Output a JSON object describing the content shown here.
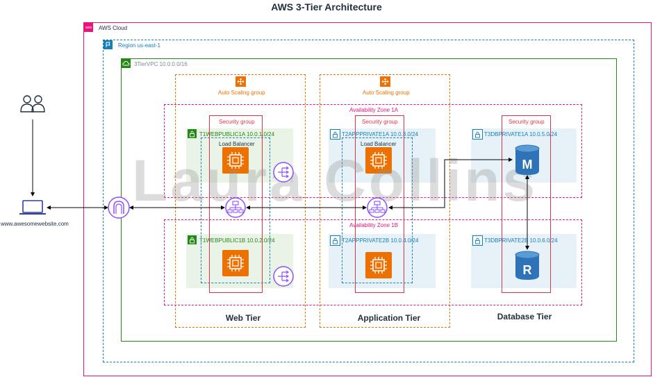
{
  "title": "AWS 3-Tier Architecture",
  "cloud_label": "AWS Cloud",
  "cloud_badge": "aws",
  "region_label": "Region us-east-1",
  "vpc_label": "3TierVPC 10.0.0.0/16",
  "asg_label": "Auto Scaling group",
  "az1_label": "Availability Zone 1A",
  "az2_label": "Availability Zone 1B",
  "sg_label": "Security group",
  "lb_label": "Load Balancer",
  "subnets": {
    "web_a": "T1WEBPUBLIC1A 10.0.1.0/24",
    "web_b": "T1WEBPUBLIC1B 10.0.2.0/24",
    "app_a": "T2APPPRIVATE1A 10.0.3.0/24",
    "app_b": "T2APPPRIVATE2B 10.0.4.0/24",
    "db_a": "T3DBPRIVATE1A 10.0.5.0/24",
    "db_b": "T3DBPRIVATE2B 10.0.6.0/24"
  },
  "db_primary_letter": "M",
  "db_replica_letter": "R",
  "tiers": {
    "web": "Web Tier",
    "app": "Application Tier",
    "db": "Database Tier"
  },
  "client_url": "www.awesomewebsite.com",
  "watermark": "Laura Collins",
  "colors": {
    "cloud": "#e7157b",
    "region": "#147eba",
    "vpc": "#248814",
    "asg": "#ed7100",
    "security_group": "#dd344c",
    "load_balancer": "#8c4fff",
    "database": "#2e73b8"
  }
}
